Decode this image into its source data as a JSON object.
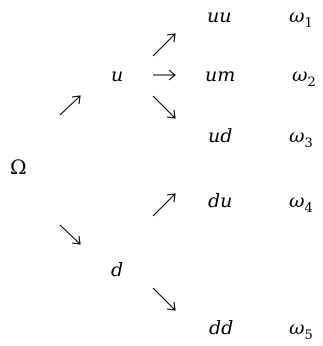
{
  "diagram": {
    "root": "Ω",
    "level1": [
      {
        "label": "u"
      },
      {
        "label": "d"
      }
    ],
    "outcomes": [
      {
        "path": "uu",
        "omega": "ω",
        "index": "1"
      },
      {
        "path": "um",
        "omega": "ω",
        "index": "2"
      },
      {
        "path": "ud",
        "omega": "ω",
        "index": "3"
      },
      {
        "path": "du",
        "omega": "ω",
        "index": "4"
      },
      {
        "path": "dd",
        "omega": "ω",
        "index": "5"
      }
    ]
  }
}
